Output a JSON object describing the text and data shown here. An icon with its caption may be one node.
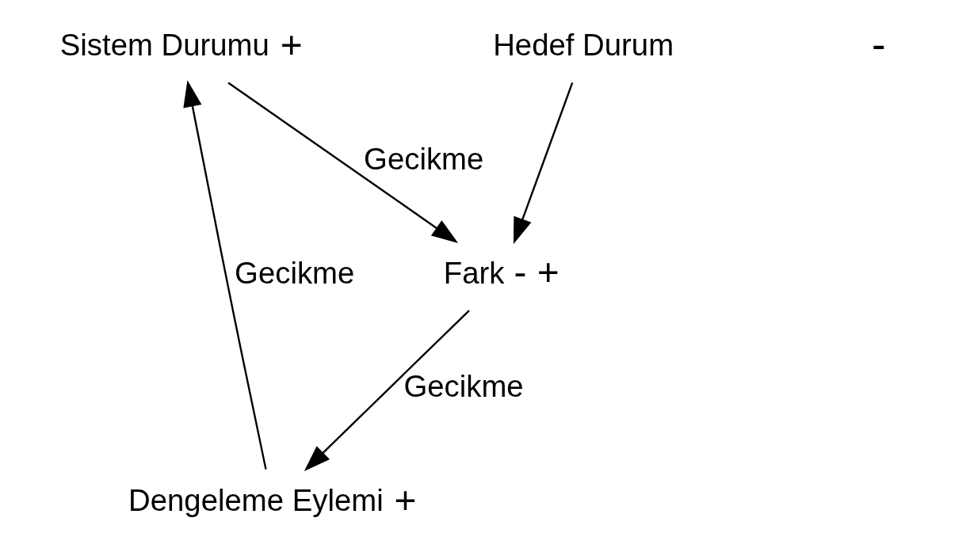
{
  "diagram": {
    "nodes": [
      {
        "text": [
          "Sistem Durumu"
        ],
        "beside": [
          "+"
        ]
      },
      {
        "text": [
          "Hedef Durum"
        ]
      },
      {
        "text": [
          "Fark"
        ],
        "beside": [
          "-",
          "+"
        ]
      },
      {
        "text": [
          "Dengeleme Eylemi"
        ],
        "beside": [
          "+"
        ]
      }
    ],
    "edges": [
      {
        "from": 0,
        "to": 2,
        "arrow": "to",
        "label": "Gecikme"
      },
      {
        "from": 1,
        "to": 2,
        "arrow": "to"
      },
      {
        "from": 2,
        "to": 3,
        "arrow": "to",
        "label": "Gecikme"
      },
      {
        "from": 3,
        "to": 0,
        "arrow": "to",
        "label": "Gecikme"
      }
    ],
    "labels": [
      "-"
    ]
  }
}
